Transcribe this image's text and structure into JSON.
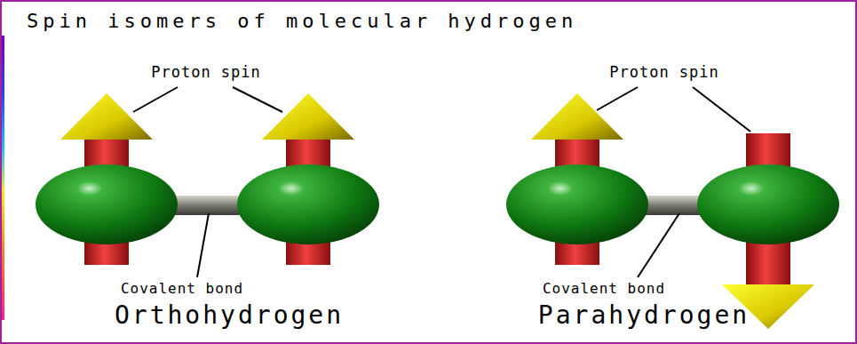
{
  "diagram": {
    "title": "Spin isomers of molecular hydrogen",
    "labels": [
      "Proton spin",
      "Proton spin",
      "Covalent bond",
      "Covalent bond",
      "Orthohydrogen",
      "Parahydrogen"
    ]
  }
}
